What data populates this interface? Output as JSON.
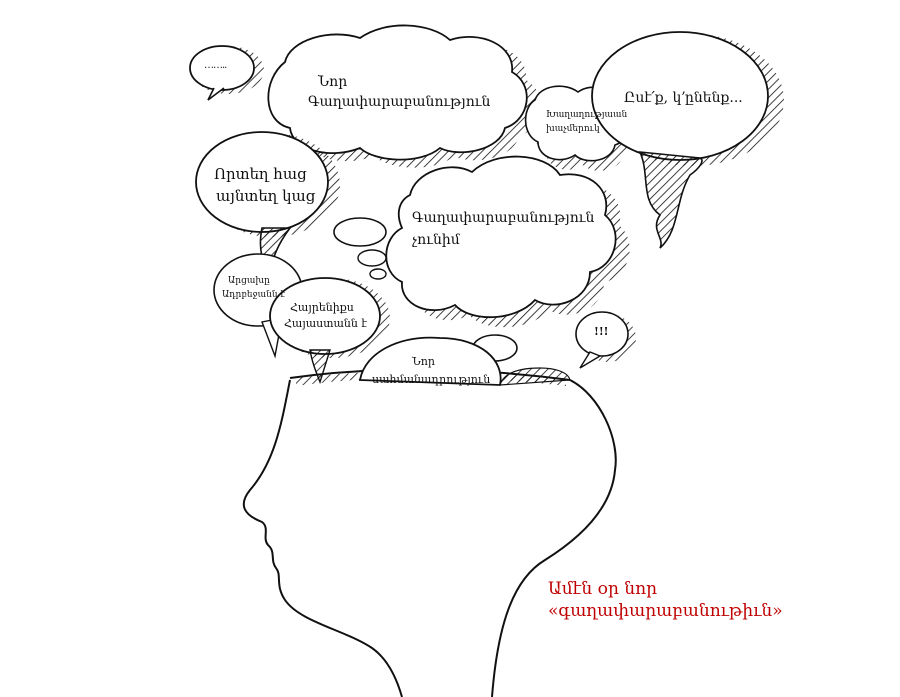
{
  "bubbles": {
    "ellipsis": "……..",
    "nor_gaghaparabanutyun": [
      "Նոր",
      "Գաղափարաբանություն"
    ],
    "kaghakutyan": [
      "Խաղաղությաան",
      "խաչմերուկ"
    ],
    "inch_knneq": "Ըսէ՛ք, կ՚ընենք...",
    "urtegh_hats": [
      "Որտեղ հաց",
      "այնտեղ կաց"
    ],
    "gaghaparabanutyun_chunim": [
      "Գաղափարաբանություն",
      "չունիմ"
    ],
    "artsakh": [
      "Արցախը",
      "Ադրբեջանն է"
    ],
    "hayrenikt": [
      "Հայրենիքս",
      "Հայաստանն է"
    ],
    "nor_sahmanadrutyun": [
      "Նոր",
      "սահմանադրություն"
    ],
    "exclaim": "!!!"
  },
  "caption": {
    "line1": "Ամէն օր նոր",
    "line2": "«գաղափարաբանութիւն»"
  },
  "colors": {
    "ink": "#111111",
    "caption": "#c00000",
    "background": "#ffffff"
  }
}
